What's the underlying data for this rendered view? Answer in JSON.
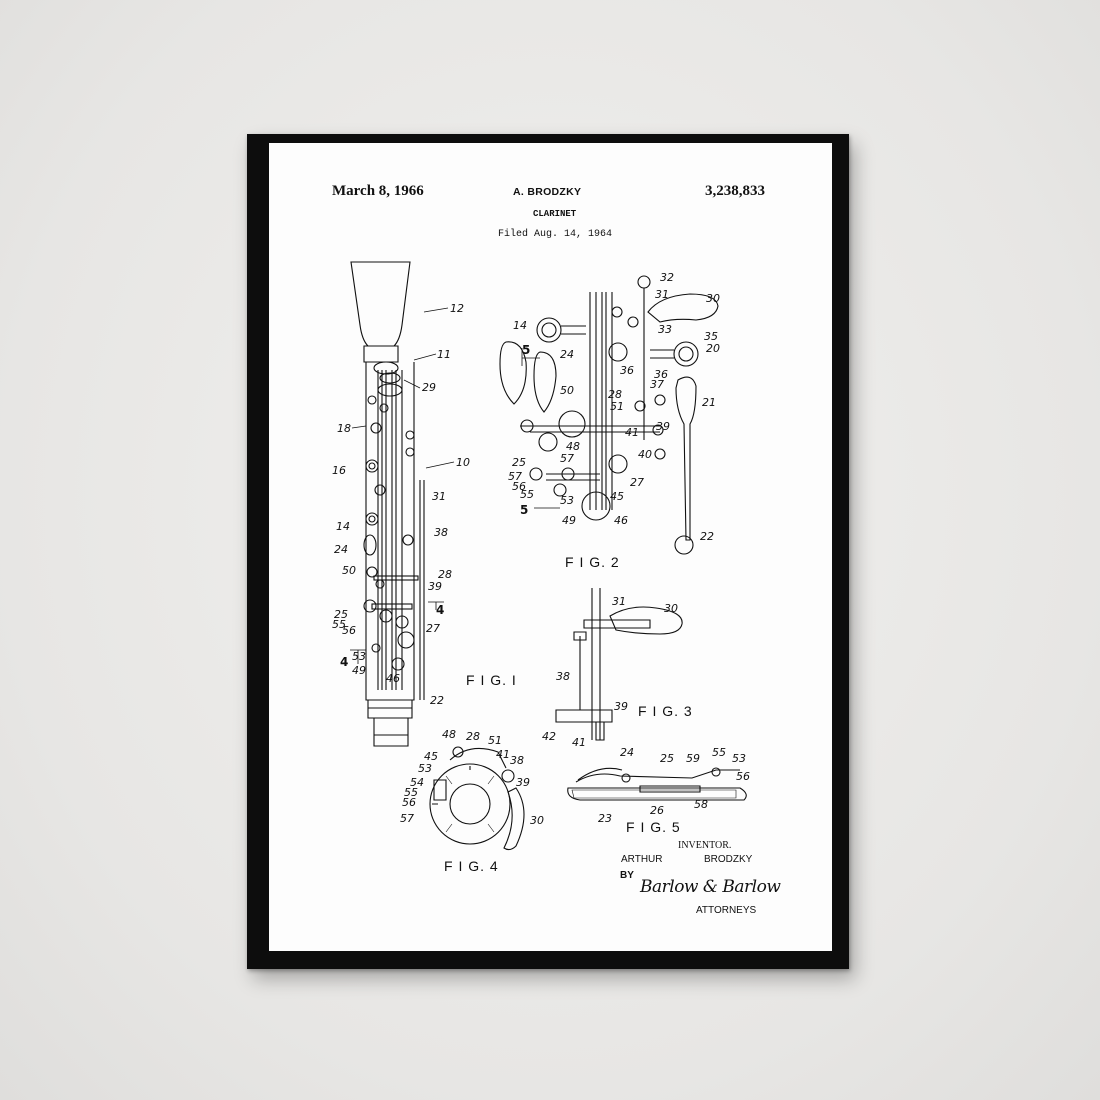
{
  "patent": {
    "date": "March 8, 1966",
    "inventor_header": "A. BRODZKY",
    "patent_number": "3,238,833",
    "title": "CLARINET",
    "filed": "Filed Aug. 14, 1964"
  },
  "figures": {
    "fig1": "F I G. I",
    "fig2": "F I G. 2",
    "fig3": "F I G. 3",
    "fig4": "F I G. 4",
    "fig5": "F I G. 5"
  },
  "signature_block": {
    "inventor_label": "INVENTOR.",
    "inventor_first": "ARTHUR",
    "inventor_last": "BRODZKY",
    "by": "BY",
    "signature": "Barlow & Barlow",
    "attorneys": "ATTORNEYS"
  },
  "colors": {
    "wall": "#ebeae8",
    "frame": "#0d0d0d",
    "paper": "#fdfdfd",
    "ink": "#111111"
  }
}
